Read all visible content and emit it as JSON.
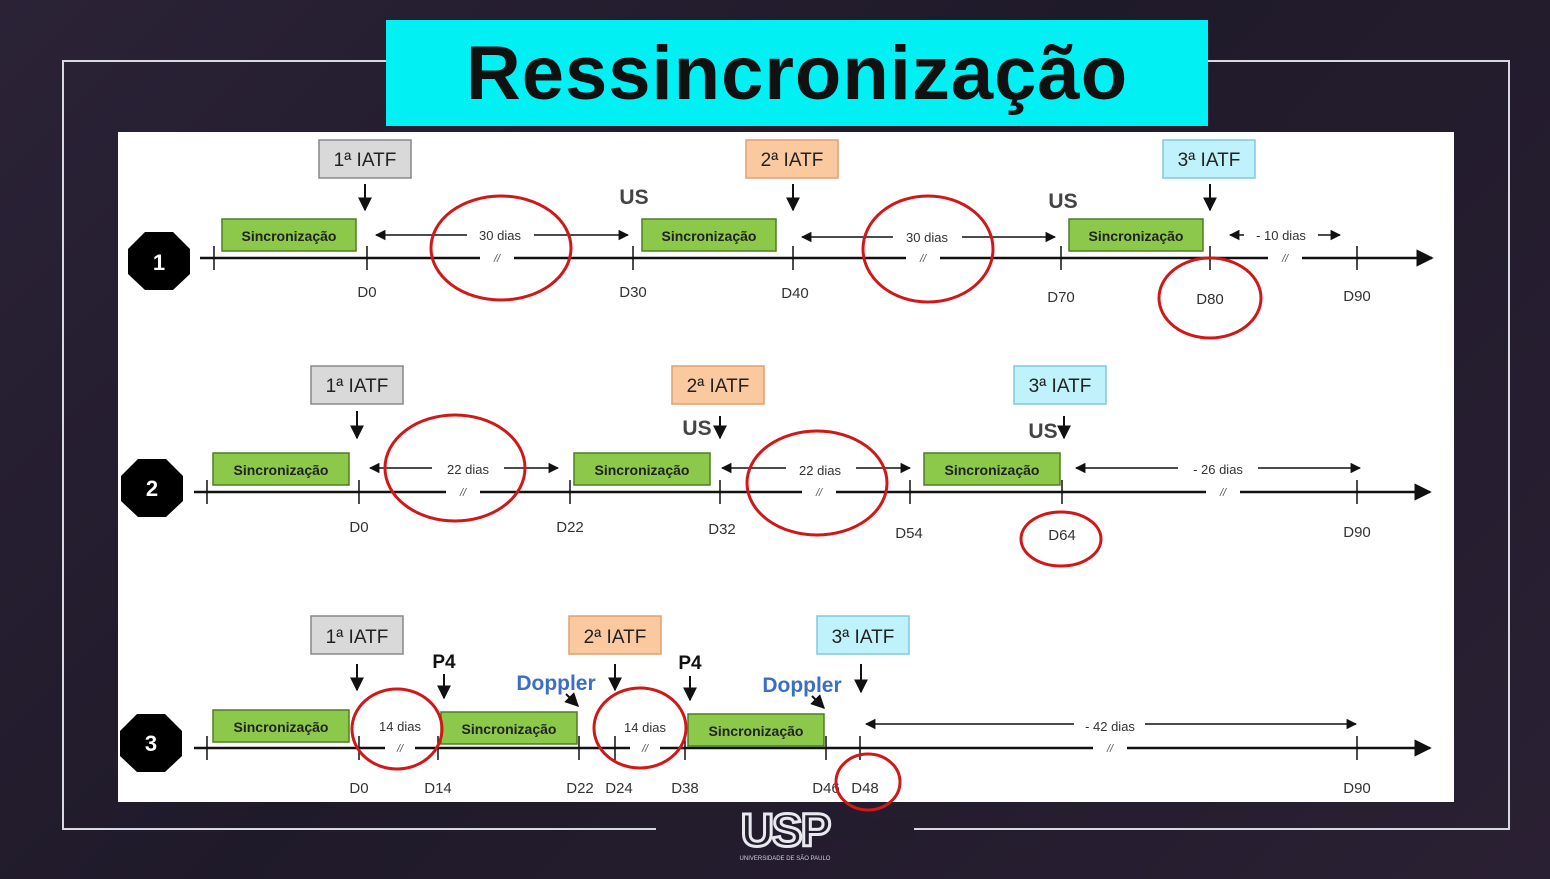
{
  "title": "Ressincronização",
  "sync_label": "Sincronização",
  "gap_mark": "//",
  "logo_text": "USP",
  "logo_sub": "UNIVERSIDADE DE SÃO PAULO",
  "colors": {
    "title_bg": "#00f0f4",
    "iatf1": "#d9d9d9",
    "iatf2": "#fbc9a0",
    "iatf3": "#bff2fb",
    "sync": "#8cc84a",
    "circle": "#d01818"
  },
  "protocols": [
    {
      "number": "1",
      "iatf": [
        "1ª IATF",
        "2ª IATF",
        "3ª IATF"
      ],
      "days": [
        "D0",
        "D30",
        "D40",
        "D70",
        "D80",
        "D90"
      ],
      "intervals": [
        "30 dias",
        "30 dias",
        "- 10 dias"
      ],
      "exams": [
        "US",
        "US"
      ]
    },
    {
      "number": "2",
      "iatf": [
        "1ª IATF",
        "2ª IATF",
        "3ª IATF"
      ],
      "days": [
        "D0",
        "D22",
        "D32",
        "D54",
        "D64",
        "D90"
      ],
      "intervals": [
        "22 dias",
        "22 dias",
        "- 26 dias"
      ],
      "exams": [
        "US",
        "US"
      ]
    },
    {
      "number": "3",
      "iatf": [
        "1ª IATF",
        "2ª IATF",
        "3ª IATF"
      ],
      "days": [
        "D0",
        "D14",
        "D22",
        "D24",
        "D38",
        "D46",
        "D48",
        "D90"
      ],
      "intervals": [
        "14 dias",
        "14 dias",
        "- 42 dias"
      ],
      "exams": [
        "P4",
        "P4",
        "Doppler",
        "Doppler"
      ]
    }
  ]
}
